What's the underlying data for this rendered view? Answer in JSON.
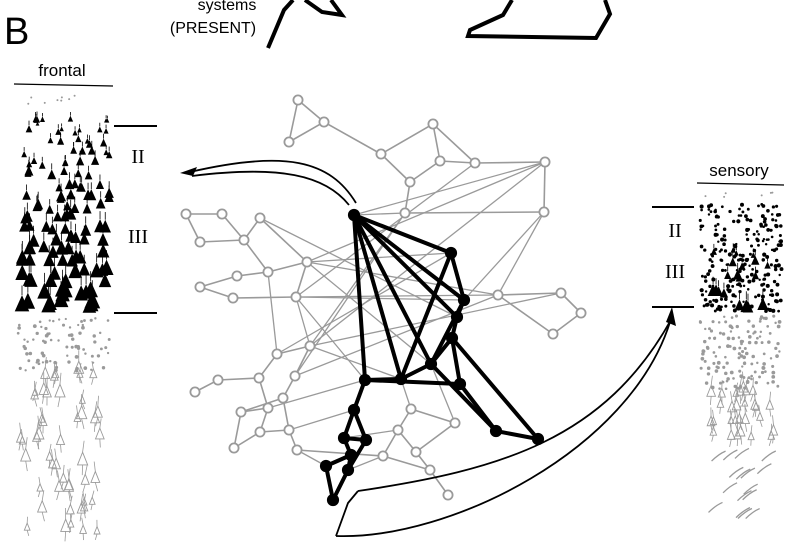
{
  "panel_label": "B",
  "top_label_line1": "systems",
  "top_label_line2": "(PRESENT)",
  "frontal": {
    "title": "frontal",
    "layers": [
      "II",
      "III"
    ]
  },
  "sensory": {
    "title": "sensory",
    "layers": [
      "II",
      "III"
    ]
  },
  "colors": {
    "ink": "#000000",
    "gray": "#9a9a9a",
    "background": "#ffffff"
  }
}
